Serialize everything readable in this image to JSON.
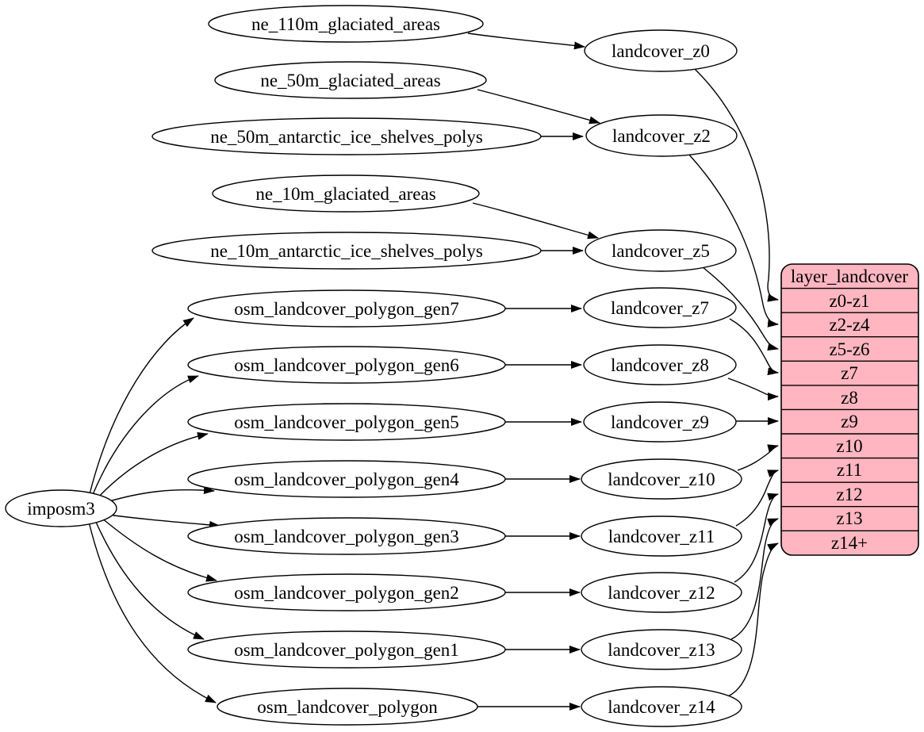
{
  "diagram": {
    "type": "graphviz-flow",
    "background_color": "#ffffff",
    "node_fill": "#ffffff",
    "node_stroke": "#000000",
    "table_fill": "#ffb6c1",
    "nodes": {
      "imposm3": "imposm3",
      "ne_110m_glaciated_areas": "ne_110m_glaciated_areas",
      "ne_50m_glaciated_areas": "ne_50m_glaciated_areas",
      "ne_50m_antarctic_ice_shelves_polys": "ne_50m_antarctic_ice_shelves_polys",
      "ne_10m_glaciated_areas": "ne_10m_glaciated_areas",
      "ne_10m_antarctic_ice_shelves_polys": "ne_10m_antarctic_ice_shelves_polys",
      "osm_landcover_polygon_gen7": "osm_landcover_polygon_gen7",
      "osm_landcover_polygon_gen6": "osm_landcover_polygon_gen6",
      "osm_landcover_polygon_gen5": "osm_landcover_polygon_gen5",
      "osm_landcover_polygon_gen4": "osm_landcover_polygon_gen4",
      "osm_landcover_polygon_gen3": "osm_landcover_polygon_gen3",
      "osm_landcover_polygon_gen2": "osm_landcover_polygon_gen2",
      "osm_landcover_polygon_gen1": "osm_landcover_polygon_gen1",
      "osm_landcover_polygon": "osm_landcover_polygon",
      "landcover_z0": "landcover_z0",
      "landcover_z2": "landcover_z2",
      "landcover_z5": "landcover_z5",
      "landcover_z7": "landcover_z7",
      "landcover_z8": "landcover_z8",
      "landcover_z9": "landcover_z9",
      "landcover_z10": "landcover_z10",
      "landcover_z11": "landcover_z11",
      "landcover_z12": "landcover_z12",
      "landcover_z13": "landcover_z13",
      "landcover_z14": "landcover_z14"
    },
    "table": {
      "title": "layer_landcover",
      "rows": [
        "z0-z1",
        "z2-z4",
        "z5-z6",
        "z7",
        "z8",
        "z9",
        "z10",
        "z11",
        "z12",
        "z13",
        "z14+"
      ]
    },
    "edges": [
      {
        "from": "ne_110m_glaciated_areas",
        "to": "landcover_z0"
      },
      {
        "from": "ne_50m_glaciated_areas",
        "to": "landcover_z2"
      },
      {
        "from": "ne_50m_antarctic_ice_shelves_polys",
        "to": "landcover_z2"
      },
      {
        "from": "ne_10m_glaciated_areas",
        "to": "landcover_z5"
      },
      {
        "from": "ne_10m_antarctic_ice_shelves_polys",
        "to": "landcover_z5"
      },
      {
        "from": "imposm3",
        "to": "osm_landcover_polygon_gen7"
      },
      {
        "from": "imposm3",
        "to": "osm_landcover_polygon_gen6"
      },
      {
        "from": "imposm3",
        "to": "osm_landcover_polygon_gen5"
      },
      {
        "from": "imposm3",
        "to": "osm_landcover_polygon_gen4"
      },
      {
        "from": "imposm3",
        "to": "osm_landcover_polygon_gen3"
      },
      {
        "from": "imposm3",
        "to": "osm_landcover_polygon_gen2"
      },
      {
        "from": "imposm3",
        "to": "osm_landcover_polygon_gen1"
      },
      {
        "from": "imposm3",
        "to": "osm_landcover_polygon"
      },
      {
        "from": "osm_landcover_polygon_gen7",
        "to": "landcover_z7"
      },
      {
        "from": "osm_landcover_polygon_gen6",
        "to": "landcover_z8"
      },
      {
        "from": "osm_landcover_polygon_gen5",
        "to": "landcover_z9"
      },
      {
        "from": "osm_landcover_polygon_gen4",
        "to": "landcover_z10"
      },
      {
        "from": "osm_landcover_polygon_gen3",
        "to": "landcover_z11"
      },
      {
        "from": "osm_landcover_polygon_gen2",
        "to": "landcover_z12"
      },
      {
        "from": "osm_landcover_polygon_gen1",
        "to": "landcover_z13"
      },
      {
        "from": "osm_landcover_polygon",
        "to": "landcover_z14"
      },
      {
        "from": "landcover_z0",
        "to": "layer_landcover:z0-z1"
      },
      {
        "from": "landcover_z2",
        "to": "layer_landcover:z2-z4"
      },
      {
        "from": "landcover_z5",
        "to": "layer_landcover:z5-z6"
      },
      {
        "from": "landcover_z7",
        "to": "layer_landcover:z7"
      },
      {
        "from": "landcover_z8",
        "to": "layer_landcover:z8"
      },
      {
        "from": "landcover_z9",
        "to": "layer_landcover:z9"
      },
      {
        "from": "landcover_z10",
        "to": "layer_landcover:z10"
      },
      {
        "from": "landcover_z11",
        "to": "layer_landcover:z11"
      },
      {
        "from": "landcover_z12",
        "to": "layer_landcover:z12"
      },
      {
        "from": "landcover_z13",
        "to": "layer_landcover:z13"
      },
      {
        "from": "landcover_z14",
        "to": "layer_landcover:z14+"
      }
    ]
  }
}
